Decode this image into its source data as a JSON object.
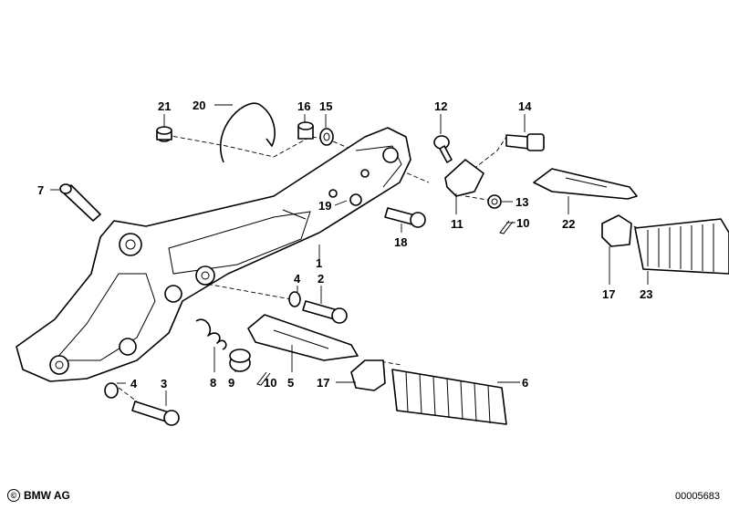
{
  "diagram": {
    "callouts": [
      "21",
      "20",
      "16",
      "15",
      "12",
      "14",
      "7",
      "19",
      "13",
      "10",
      "11",
      "22",
      "18",
      "1",
      "4",
      "2",
      "17",
      "23",
      "8",
      "9",
      "10",
      "5",
      "17",
      "6",
      "4",
      "3"
    ]
  },
  "footer": {
    "copyright_symbol": "©",
    "brand": "BMW AG",
    "diagram_number": "00005683"
  }
}
